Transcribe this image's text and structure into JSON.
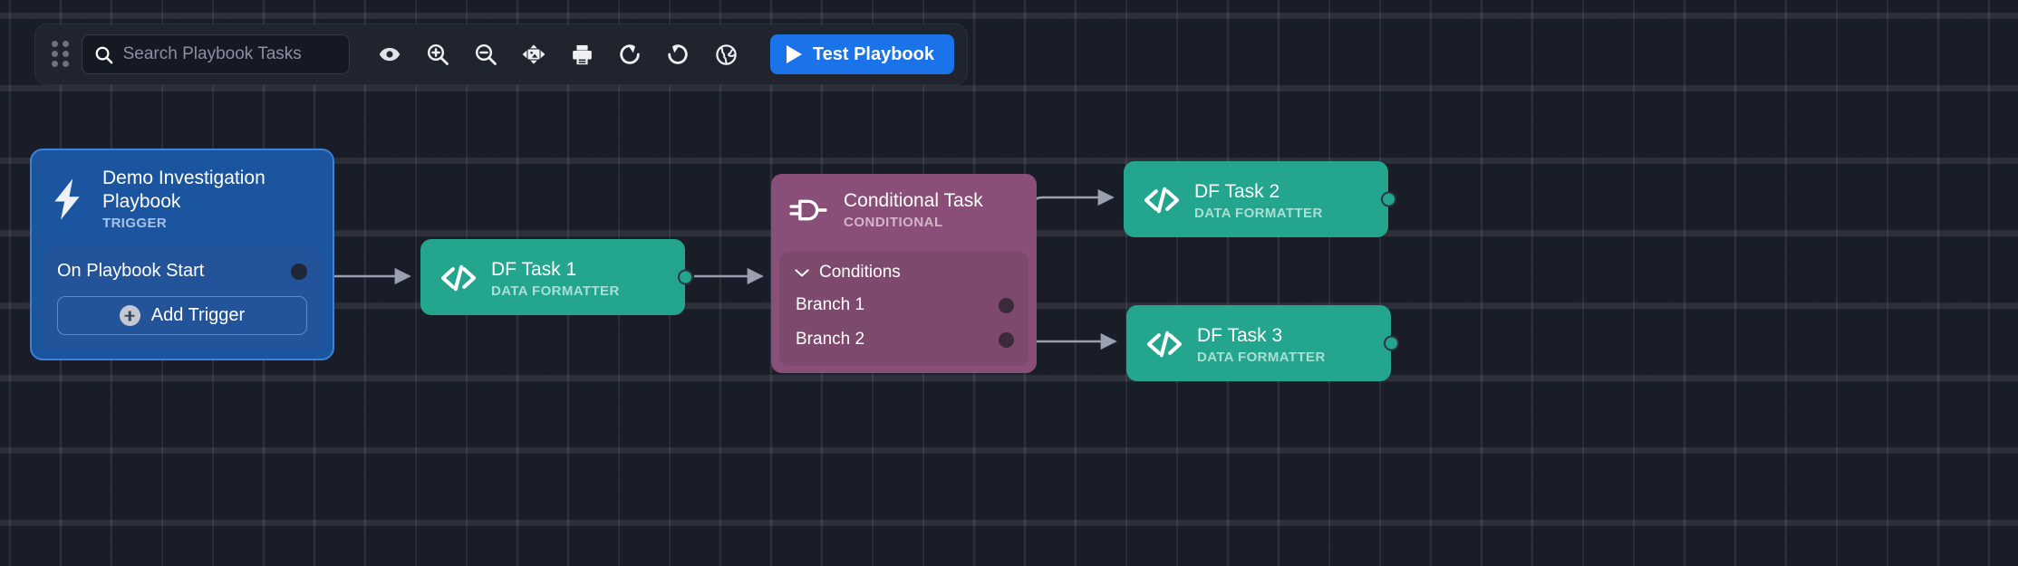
{
  "toolbar": {
    "drag_handle": "drag-handle",
    "search": {
      "placeholder": "Search Playbook Tasks",
      "value": ""
    },
    "buttons": [
      {
        "name": "preview-eye",
        "icon": "eye-icon",
        "label": "Preview"
      },
      {
        "name": "zoom-in",
        "icon": "zoom-in-icon",
        "label": "Zoom In"
      },
      {
        "name": "zoom-out",
        "icon": "zoom-out-icon",
        "label": "Zoom Out"
      },
      {
        "name": "fit-to-screen",
        "icon": "fit-screen-icon",
        "label": "Fit to Screen"
      },
      {
        "name": "print",
        "icon": "print-icon",
        "label": "Print"
      },
      {
        "name": "redo",
        "icon": "redo-icon",
        "label": "Redo"
      },
      {
        "name": "undo",
        "icon": "undo-icon",
        "label": "Undo"
      },
      {
        "name": "globe",
        "icon": "globe-icon",
        "label": "Globe"
      }
    ],
    "test_playbook_label": "Test Playbook"
  },
  "nodes": {
    "trigger": {
      "title": "Demo Investigation Playbook",
      "subtitle": "TRIGGER",
      "icon": "lightning-bolt-icon",
      "row_label": "On Playbook Start",
      "add_trigger_label": "Add Trigger",
      "color": "#1b559f"
    },
    "df1": {
      "title": "DF Task 1",
      "subtitle": "DATA FORMATTER",
      "icon": "code-brackets-icon",
      "color": "#23a58e"
    },
    "conditional": {
      "title": "Conditional Task",
      "subtitle": "CONDITIONAL",
      "icon": "logic-gate-icon",
      "conditions_label": "Conditions",
      "branches": [
        {
          "label": "Branch 1"
        },
        {
          "label": "Branch 2"
        }
      ],
      "color": "#8a4f78"
    },
    "df2": {
      "title": "DF Task 2",
      "subtitle": "DATA FORMATTER",
      "icon": "code-brackets-icon",
      "color": "#23a58e"
    },
    "df3": {
      "title": "DF Task 3",
      "subtitle": "DATA FORMATTER",
      "icon": "code-brackets-icon",
      "color": "#23a58e"
    }
  },
  "colors": {
    "canvas_background": "#191d28",
    "accent_blue": "#1a73e8",
    "trigger_blue": "#1b559f",
    "task_teal": "#23a58e",
    "conditional_purple": "#8a4f78",
    "edge_gray": "#9aa0ae"
  }
}
